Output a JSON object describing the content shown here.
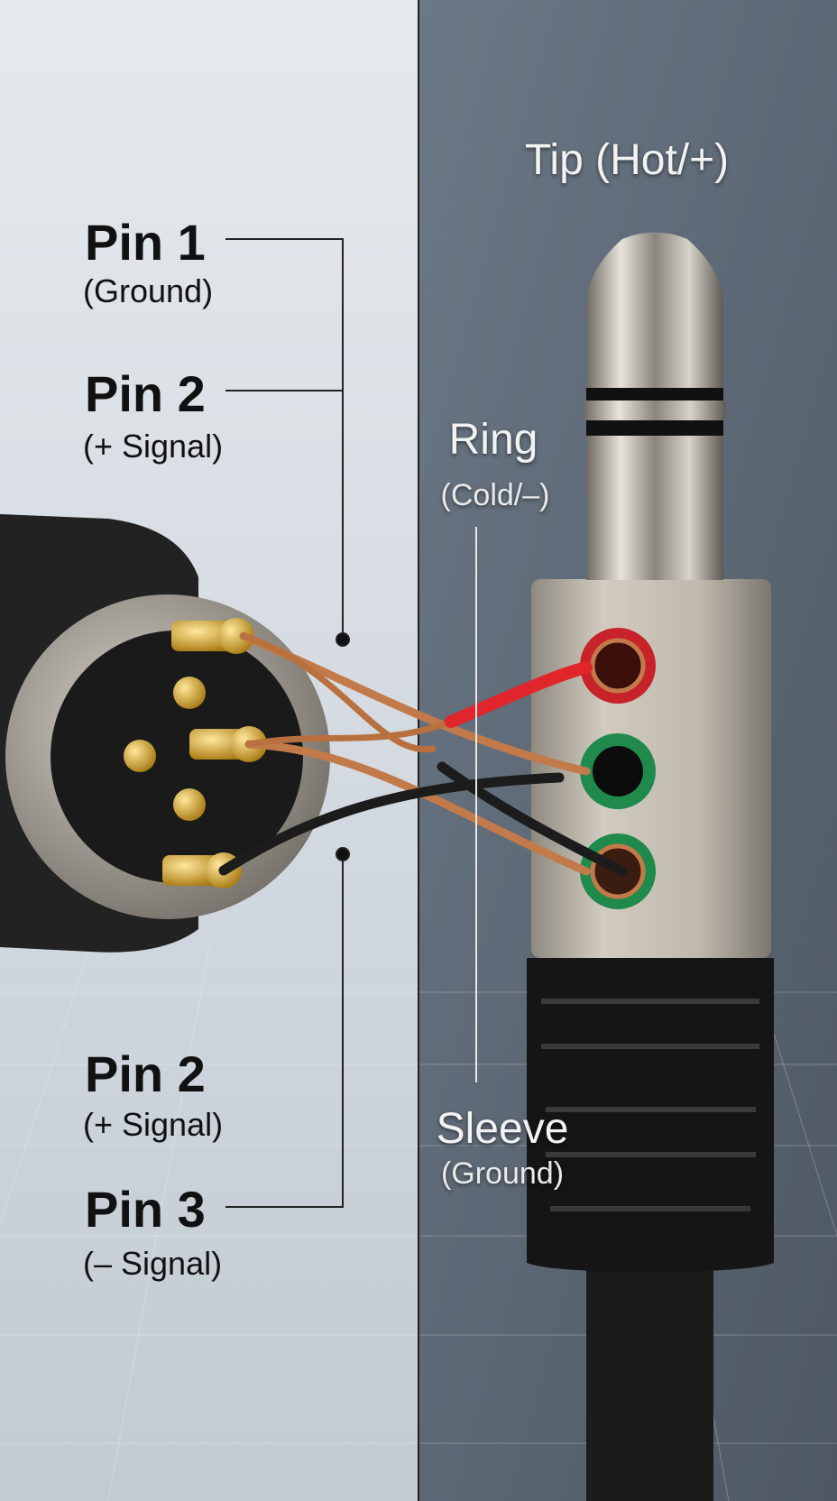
{
  "xlr_labels": [
    {
      "title": "Pin 1",
      "sub": "(Ground)"
    },
    {
      "title": "Pin 2",
      "sub": "(+ Signal)"
    },
    {
      "title": "Pin 2",
      "sub": "(+ Signal)"
    },
    {
      "title": "Pin 3",
      "sub": "(– Signal)"
    }
  ],
  "trs_labels": {
    "tip": "Tip (Hot/+)",
    "ring_title": "Ring",
    "ring_sub": "(Cold/–)",
    "sleeve_title": "Sleeve",
    "sleeve_sub": "(Ground)"
  },
  "colors": {
    "left_bg": "#d9dfe6",
    "right_bg": "#5c6874",
    "hot_wire": "#e0262b",
    "ring_insulator": "#1f8a4c",
    "copper": "#c27a4a"
  }
}
